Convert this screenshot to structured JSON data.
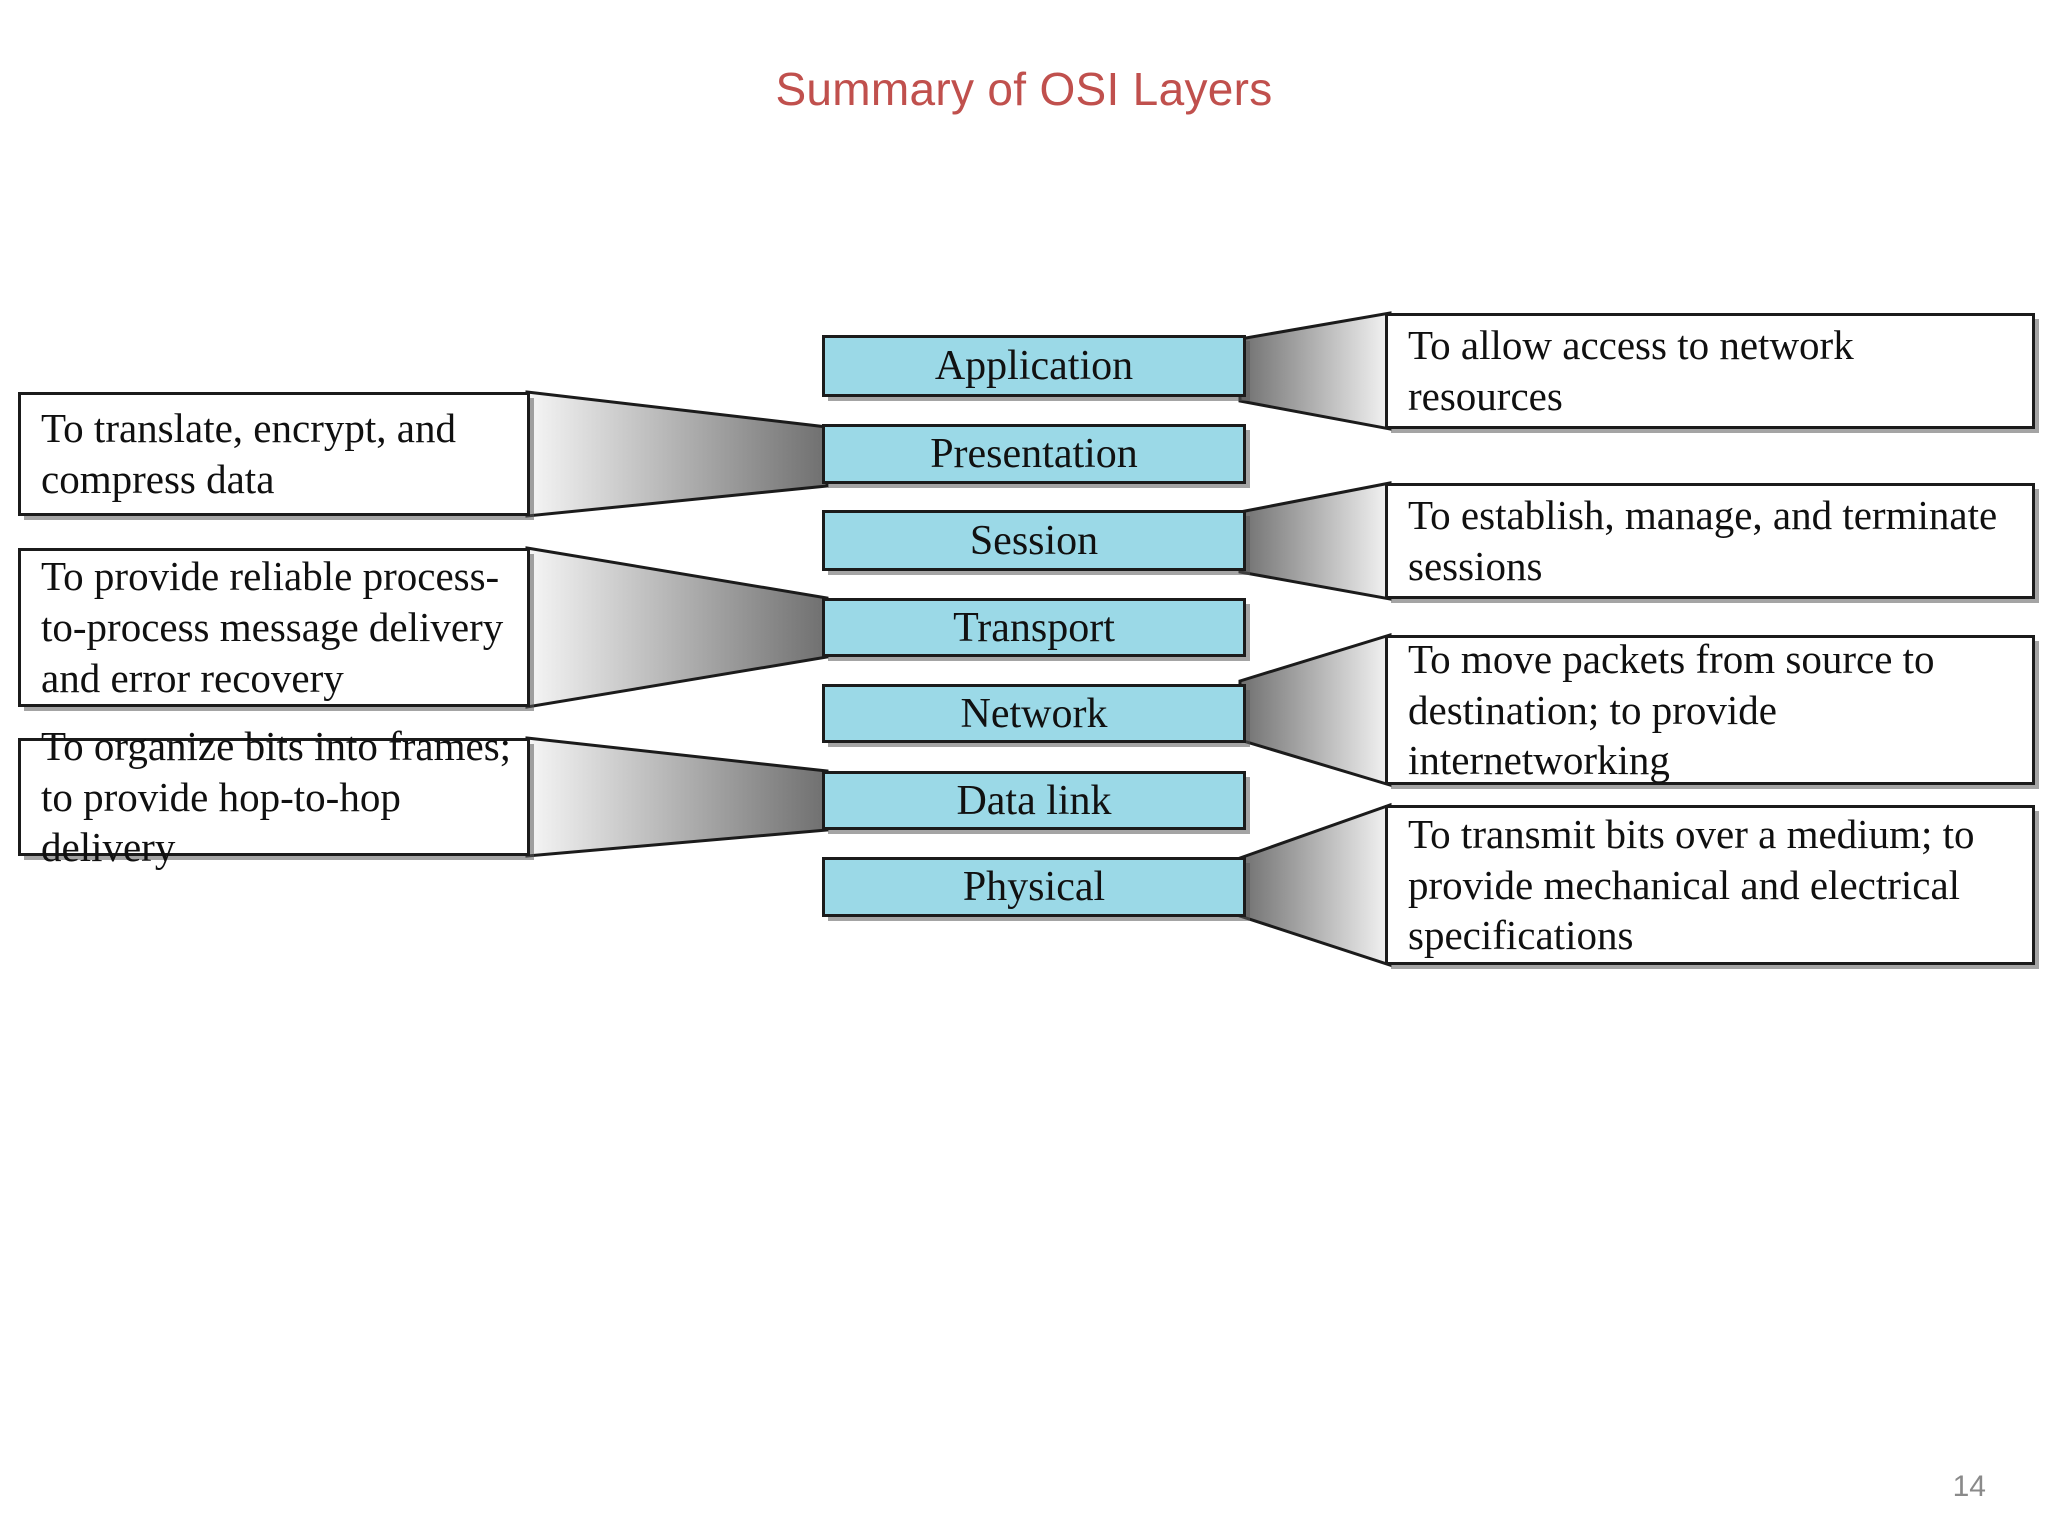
{
  "slide": {
    "title": "Summary of OSI Layers",
    "title_color": "#C0504D",
    "page_number": "14",
    "background_color": "#FFFFFF"
  },
  "diagram": {
    "layer_fill_color": "#9BD9E7",
    "layer_border_color": "#1B1B1B",
    "connector_gradient_from": "#FFFFFF",
    "connector_gradient_to": "#7E7E7E",
    "layers": [
      {
        "name": "Application",
        "side": "right",
        "description": "To allow access to network resources"
      },
      {
        "name": "Presentation",
        "side": "left",
        "description": "To translate, encrypt, and compress data"
      },
      {
        "name": "Session",
        "side": "right",
        "description": "To establish, manage, and terminate sessions"
      },
      {
        "name": "Transport",
        "side": "left",
        "description": "To provide reliable process-to-process message delivery and error recovery"
      },
      {
        "name": "Network",
        "side": "right",
        "description": "To move packets from source to destination; to provide internetworking"
      },
      {
        "name": "Data link",
        "side": "left",
        "description": "To organize bits into frames; to provide hop-to-hop delivery"
      },
      {
        "name": "Physical",
        "side": "right",
        "description": "To transmit bits over a medium; to provide mechanical and electrical specifications"
      }
    ],
    "left_descriptions": [
      "To translate, encrypt, and compress data",
      "To provide reliable process-to-process message delivery and error recovery",
      "To organize bits into frames; to provide hop-to-hop delivery"
    ],
    "right_descriptions": [
      "To allow access to network resources",
      "To establish, manage, and terminate sessions",
      "To move packets from source to destination; to provide internetworking",
      "To transmit bits over a medium; to provide mechanical and electrical specifications"
    ]
  }
}
